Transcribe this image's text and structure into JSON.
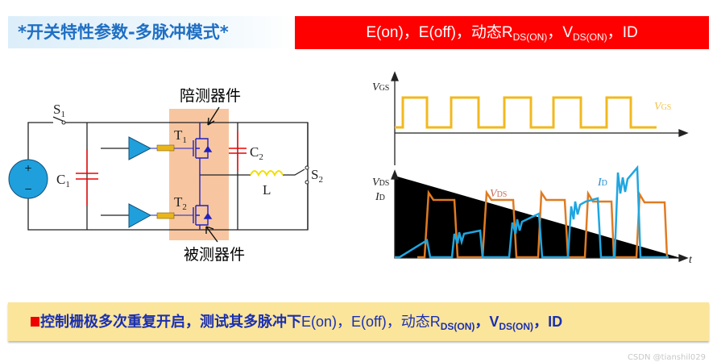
{
  "header": {
    "title": "*开关特性参数-多脉冲模式*",
    "params": {
      "eon": "E(on)，",
      "eoff": "E(off)，",
      "dyn": "动态R",
      "rds_sub": "DS(ON)",
      "sep": "，",
      "v": "V",
      "vds_sub": "DS(ON)",
      "sep2": "，",
      "id": "ID"
    }
  },
  "circuit": {
    "s1": "S",
    "s1_sub": "1",
    "c1": "C",
    "c1_sub": "1",
    "c2": "C",
    "c2_sub": "2",
    "l": "L",
    "s2": "S",
    "s2_sub": "2",
    "t1": "T",
    "t1_sub": "1",
    "t2": "T",
    "t2_sub": "2",
    "plus": "+",
    "minus": "−",
    "companion": "陪测器件",
    "dut": "被测器件"
  },
  "waveforms": {
    "vgs_axis": "V",
    "vgs_axis_sub": "GS",
    "vgs_legend": "V",
    "vgs_legend_sub": "GS",
    "vds_axis": "V",
    "vds_axis_sub": "DS",
    "id_axis": "I",
    "id_axis_sub": "D",
    "vds_label": "V",
    "vds_label_sub": "DS",
    "id_label": "I",
    "id_label_sub": "D",
    "t_label": "t",
    "colors": {
      "vgs": "#f2b81e",
      "vds": "#e07b22",
      "id": "#1fa6e0"
    }
  },
  "footer": {
    "text": "控制栅极多次重复开启，测试其多脉冲下",
    "eon": "E(on)，",
    "eoff": "E(off)，",
    "dyn": "动态R",
    "rds_sub": "DS(ON)",
    "sep": "，",
    "v": "V",
    "vds_sub": "DS(ON)",
    "sep2": "，",
    "id": "ID"
  },
  "watermark": "CSDN @tianshil029"
}
